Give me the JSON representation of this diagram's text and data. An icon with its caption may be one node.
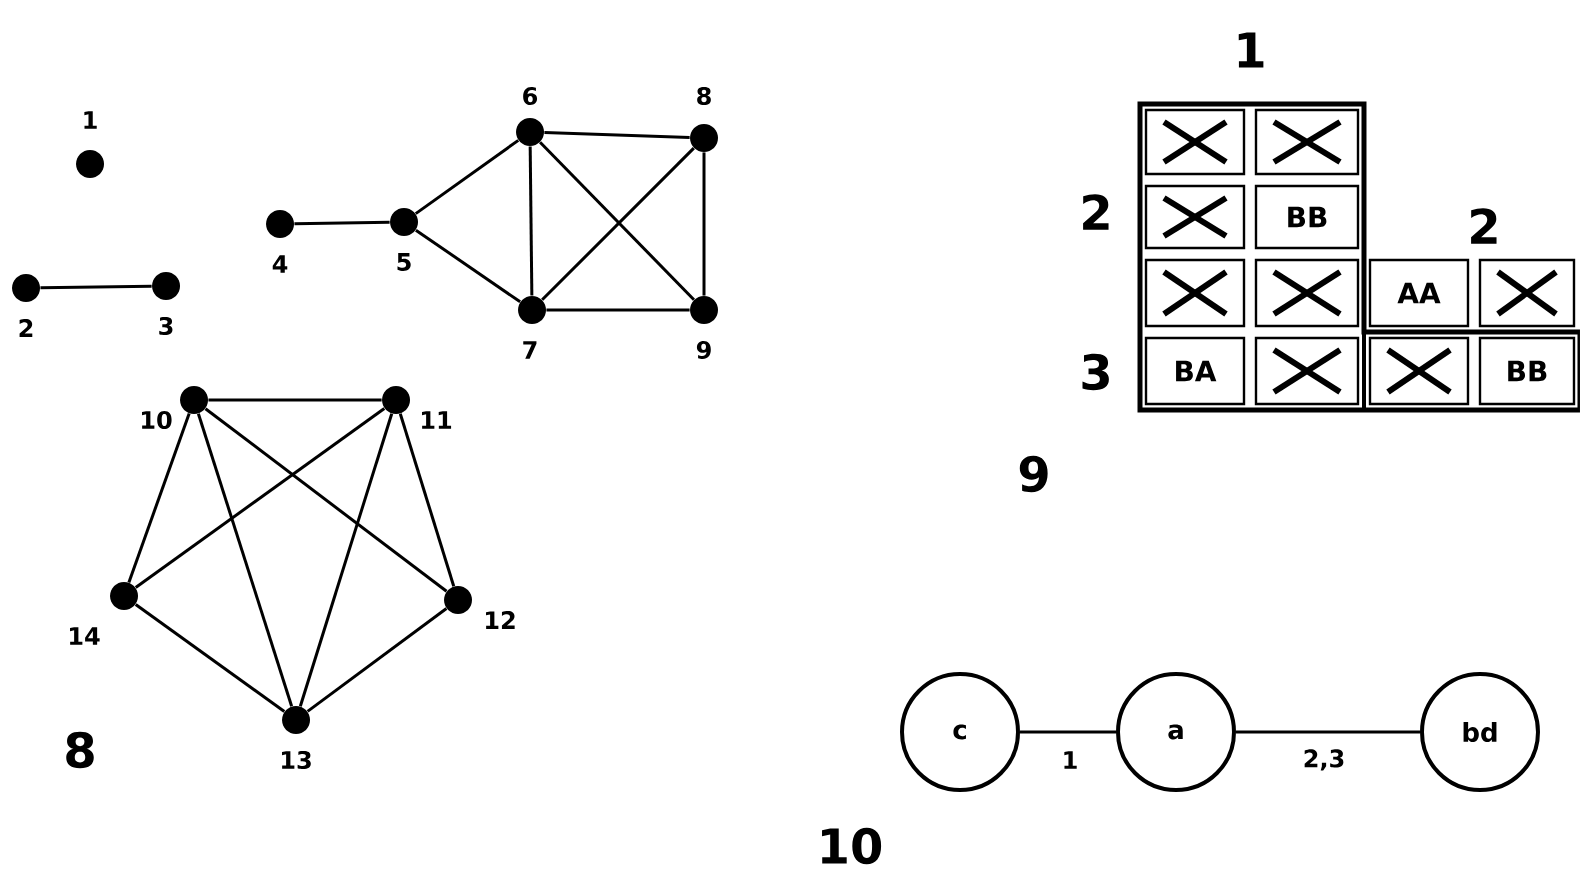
{
  "diagram": {
    "nodes": [
      {
        "text": [],
        "shape": "circle",
        "beside": [
          "1"
        ]
      },
      {
        "text": [],
        "shape": "circle",
        "beside": [
          "2"
        ]
      },
      {
        "text": [],
        "shape": "circle",
        "beside": [
          "3"
        ]
      },
      {
        "text": [],
        "shape": "circle",
        "beside": [
          "4"
        ]
      },
      {
        "text": [],
        "shape": "circle",
        "beside": [
          "5"
        ]
      },
      {
        "text": [],
        "shape": "circle",
        "beside": [
          "6"
        ]
      },
      {
        "text": [],
        "shape": "circle",
        "beside": [
          "7"
        ]
      },
      {
        "text": [],
        "shape": "circle",
        "beside": [
          "8"
        ]
      },
      {
        "text": [],
        "shape": "circle",
        "beside": [
          "9"
        ]
      },
      {
        "text": [],
        "shape": "circle",
        "beside": [
          "10"
        ]
      },
      {
        "text": [],
        "shape": "circle",
        "beside": [
          "11"
        ]
      },
      {
        "text": [],
        "shape": "circle",
        "beside": [
          "12"
        ]
      },
      {
        "text": [],
        "shape": "circle",
        "beside": [
          "13"
        ]
      },
      {
        "text": [],
        "shape": "circle",
        "beside": [
          "14"
        ]
      },
      {
        "text": [
          "c"
        ]
      },
      {
        "text": [
          "a"
        ]
      },
      {
        "text": [
          "bd"
        ]
      }
    ],
    "edges": [
      {
        "from": 1,
        "to": 2,
        "arrow": "none"
      },
      {
        "from": 3,
        "to": 4,
        "arrow": "none"
      },
      {
        "from": 4,
        "to": 5,
        "arrow": "none"
      },
      {
        "from": 4,
        "to": 6,
        "arrow": "none"
      },
      {
        "from": 5,
        "to": 6,
        "arrow": "none"
      },
      {
        "from": 5,
        "to": 7,
        "arrow": "none"
      },
      {
        "from": 5,
        "to": 8,
        "arrow": "none"
      },
      {
        "from": 6,
        "to": 7,
        "arrow": "none"
      },
      {
        "from": 6,
        "to": 8,
        "arrow": "none"
      },
      {
        "from": 7,
        "to": 8,
        "arrow": "none"
      },
      {
        "from": 9,
        "to": 10,
        "arrow": "none"
      },
      {
        "from": 9,
        "to": 13,
        "arrow": "none"
      },
      {
        "from": 9,
        "to": 12,
        "arrow": "none"
      },
      {
        "from": 9,
        "to": 11,
        "arrow": "none"
      },
      {
        "from": 10,
        "to": 13,
        "arrow": "none"
      },
      {
        "from": 10,
        "to": 12,
        "arrow": "none"
      },
      {
        "from": 10,
        "to": 11,
        "arrow": "none"
      },
      {
        "from": 13,
        "to": 12,
        "arrow": "none"
      },
      {
        "from": 12,
        "to": 11,
        "arrow": "none"
      },
      {
        "from": 14,
        "to": 15,
        "arrow": "none",
        "label": "1"
      },
      {
        "from": 15,
        "to": 16,
        "arrow": "none",
        "label": "2,3"
      }
    ],
    "labels": [
      "1",
      "2",
      "BB",
      "2",
      "3",
      "AA",
      "BA",
      "BB",
      "9",
      "8",
      "10"
    ]
  }
}
